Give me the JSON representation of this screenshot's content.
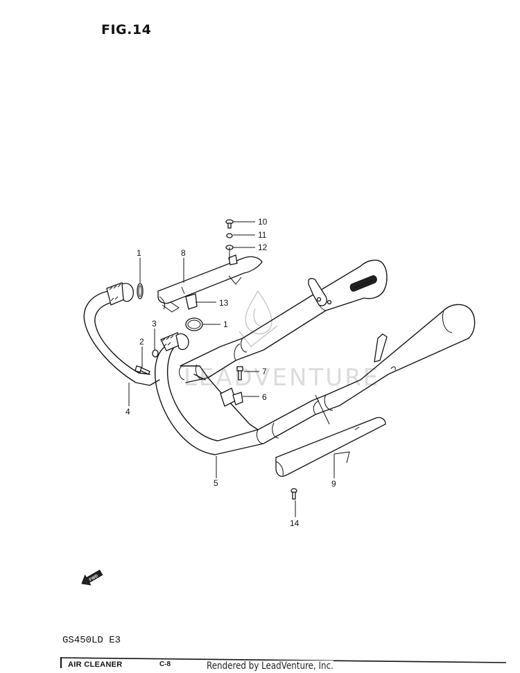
{
  "figure": {
    "title": "FIG.14"
  },
  "model": "GS450LD E3",
  "footer": {
    "section": "AIR CLEANER",
    "code": "C-8",
    "credit": "Rendered by LeadVenture, Inc."
  },
  "watermark": {
    "text": "LEADVENTURE"
  },
  "fwd_label": "FWD",
  "callouts": [
    {
      "id": "1a",
      "label": "1",
      "part": "gasket-left"
    },
    {
      "id": "1b",
      "label": "1",
      "part": "gasket-right"
    },
    {
      "id": "2",
      "label": "2",
      "part": "bolt"
    },
    {
      "id": "3",
      "label": "3",
      "part": "washer"
    },
    {
      "id": "4",
      "label": "4",
      "part": "exhaust-pipe-left"
    },
    {
      "id": "5",
      "label": "5",
      "part": "exhaust-pipe-right"
    },
    {
      "id": "6",
      "label": "6",
      "part": "clamp"
    },
    {
      "id": "7",
      "label": "7",
      "part": "clamp-bolt"
    },
    {
      "id": "8",
      "label": "8",
      "part": "heat-shield-upper"
    },
    {
      "id": "9",
      "label": "9",
      "part": "heat-shield-lower"
    },
    {
      "id": "10",
      "label": "10",
      "part": "screw"
    },
    {
      "id": "11",
      "label": "11",
      "part": "nut"
    },
    {
      "id": "12",
      "label": "12",
      "part": "washer"
    },
    {
      "id": "13",
      "label": "13",
      "part": "bracket-clip"
    },
    {
      "id": "14",
      "label": "14",
      "part": "screw-lower"
    }
  ]
}
